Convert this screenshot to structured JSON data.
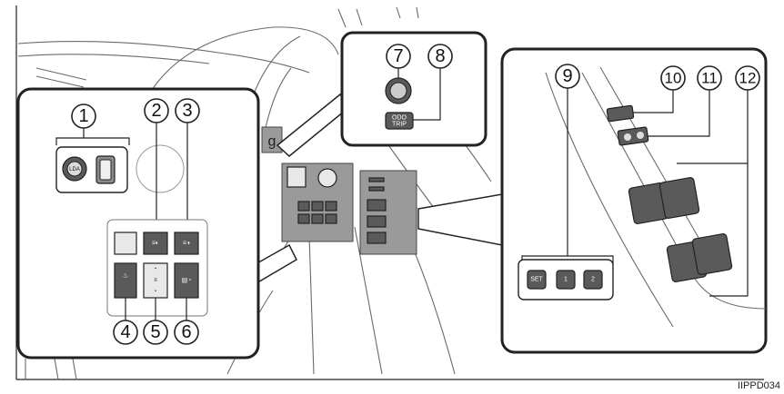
{
  "callouts": [
    "1",
    "2",
    "3",
    "4",
    "5",
    "6",
    "7",
    "8",
    "9",
    "10",
    "11",
    "12"
  ],
  "labels": {
    "odo_trip_line1": "ODO",
    "odo_trip_line2": "TRIP",
    "set_button": "SET",
    "memory_1": "1",
    "memory_2": "2",
    "lda_button": "LDA",
    "panel_letter": "g"
  },
  "figure_code": "IIPPD034"
}
